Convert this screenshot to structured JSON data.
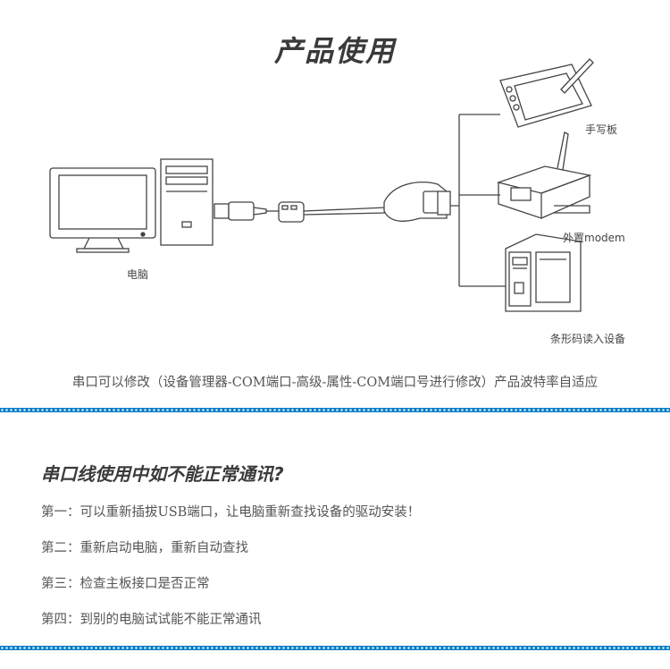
{
  "title": "产品使用",
  "labels": {
    "computer": "电脑",
    "tablet": "手写板",
    "modem": "外置modem",
    "barcode": "条形码读入设备"
  },
  "caption": "串口可以修改（设备管理器-COM端口-高级-属性-COM端口号进行修改）产品波特率自适应",
  "faq": {
    "title": "串口线使用中如不能正常通讯?",
    "steps": [
      "第一：可以重新插拔USB端口，让电脑重新查找设备的驱动安装！",
      "第二：重新启动电脑，重新自动查找",
      "第三：检查主板接口是否正常",
      "第四：到别的电脑试试能不能正常通讯"
    ]
  },
  "colors": {
    "divider": "#0e79c3",
    "divider_dots": "#45b3e4"
  }
}
